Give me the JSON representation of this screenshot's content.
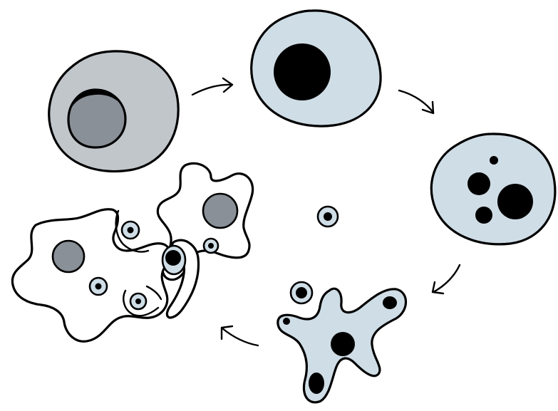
{
  "diagram": {
    "stages": [
      {
        "name": "healthy-cell"
      },
      {
        "name": "pyknotic-cell"
      },
      {
        "name": "karyorrhexis-cell"
      },
      {
        "name": "blebbing-cell"
      },
      {
        "name": "phagocytosis"
      }
    ],
    "colors": {
      "outline": "#000000",
      "cytoplasm_gray": "#c1c6cb",
      "nucleus_gray": "#8a9097",
      "cytoplasm_light_blue": "#cfdde6",
      "condensed_chromatin": "#000000",
      "phagocyte_fill": "#ffffff",
      "background": "#ffffff"
    },
    "icons": [
      "arrow-icon"
    ]
  }
}
